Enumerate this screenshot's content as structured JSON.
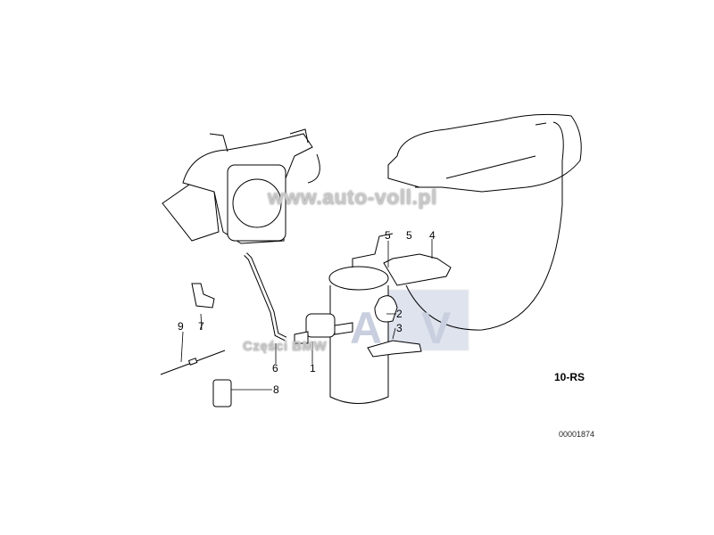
{
  "diagram": {
    "callouts": [
      "1",
      "2",
      "3",
      "4",
      "5",
      "5",
      "6",
      "7",
      "8",
      "9"
    ],
    "group_code": "10-RS",
    "image_code": "00001874"
  },
  "watermarks": {
    "url": "www.auto-voll.pl",
    "parts": "Części BMW",
    "logo": "AV"
  }
}
